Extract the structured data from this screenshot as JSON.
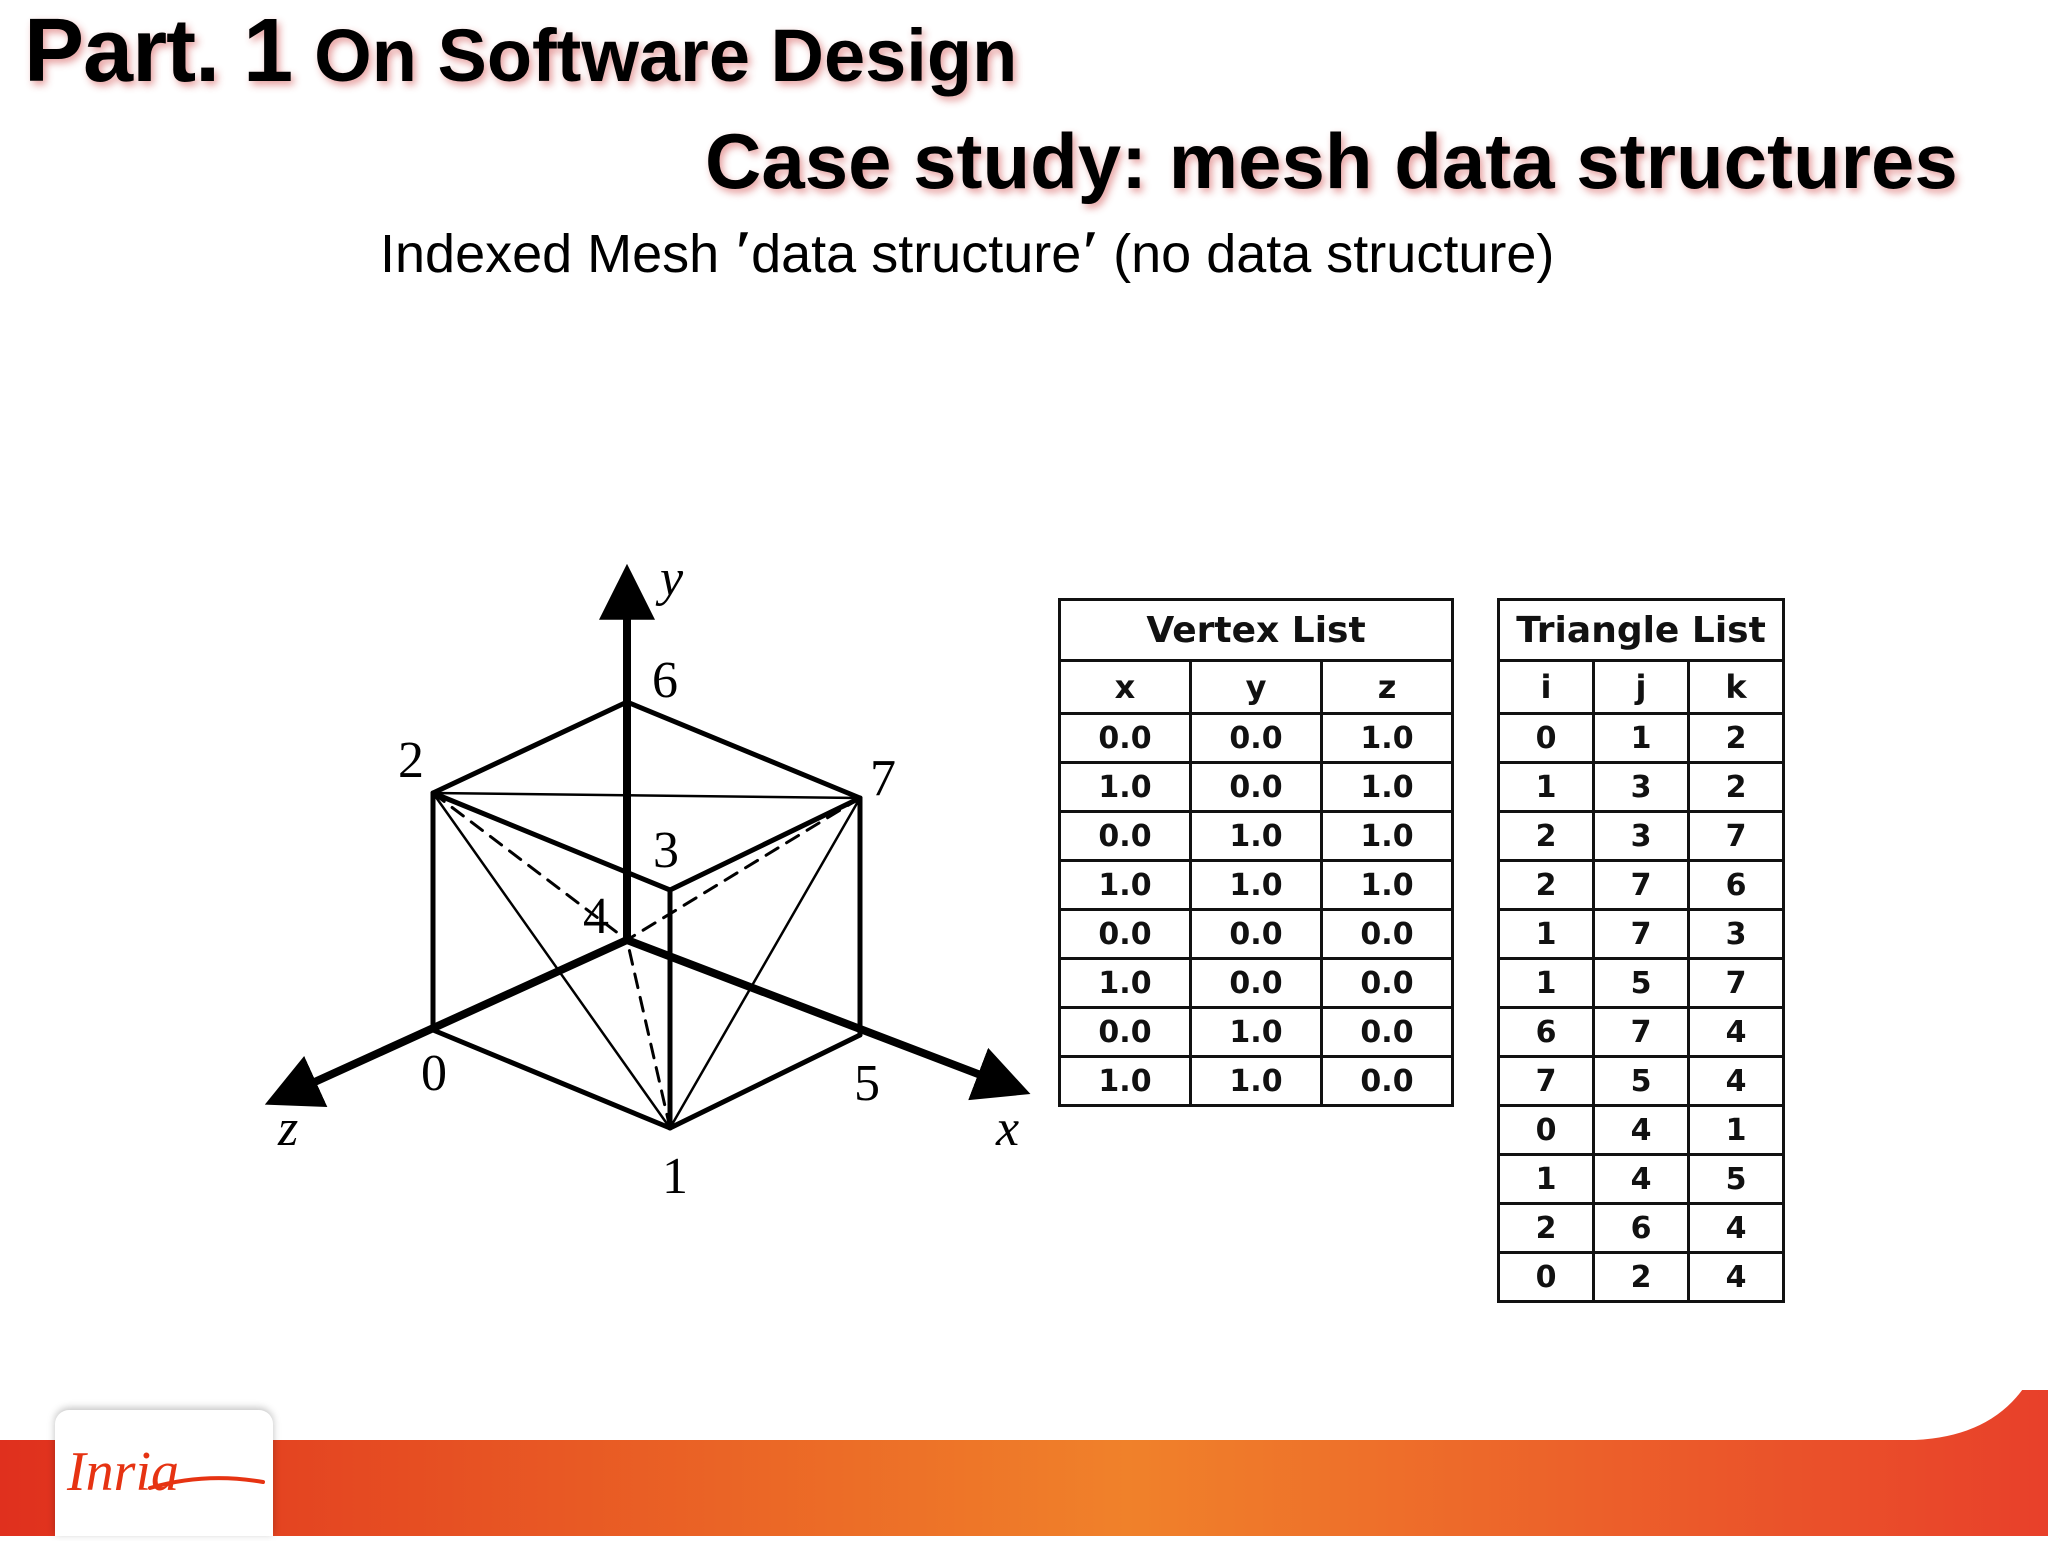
{
  "header": {
    "part": "Part. 1",
    "title": "On Software Design",
    "subtitle": "Case study: mesh data structures",
    "caption_left": "Indexed Mesh ",
    "caption_quoted": "data structure",
    "caption_right": " (no data structure)"
  },
  "figure": {
    "axis_labels": {
      "x": "x",
      "y": "y",
      "z": "z"
    },
    "vertex_labels": [
      "0",
      "1",
      "2",
      "3",
      "4",
      "5",
      "6",
      "7"
    ]
  },
  "vertex_list": {
    "title": "Vertex List",
    "columns": [
      "x",
      "y",
      "z"
    ],
    "rows": [
      [
        "0.0",
        "0.0",
        "1.0"
      ],
      [
        "1.0",
        "0.0",
        "1.0"
      ],
      [
        "0.0",
        "1.0",
        "1.0"
      ],
      [
        "1.0",
        "1.0",
        "1.0"
      ],
      [
        "0.0",
        "0.0",
        "0.0"
      ],
      [
        "1.0",
        "0.0",
        "0.0"
      ],
      [
        "0.0",
        "1.0",
        "0.0"
      ],
      [
        "1.0",
        "1.0",
        "0.0"
      ]
    ]
  },
  "triangle_list": {
    "title": "Triangle List",
    "columns": [
      "i",
      "j",
      "k"
    ],
    "rows": [
      [
        "0",
        "1",
        "2"
      ],
      [
        "1",
        "3",
        "2"
      ],
      [
        "2",
        "3",
        "7"
      ],
      [
        "2",
        "7",
        "6"
      ],
      [
        "1",
        "7",
        "3"
      ],
      [
        "1",
        "5",
        "7"
      ],
      [
        "6",
        "7",
        "4"
      ],
      [
        "7",
        "5",
        "4"
      ],
      [
        "0",
        "4",
        "1"
      ],
      [
        "1",
        "4",
        "5"
      ],
      [
        "2",
        "6",
        "4"
      ],
      [
        "0",
        "2",
        "4"
      ]
    ]
  },
  "footer": {
    "logo_text": "Inria",
    "brand_color": "#e63312",
    "gradient_colors": [
      "#e0301e",
      "#f0812a",
      "#e8402a"
    ]
  }
}
